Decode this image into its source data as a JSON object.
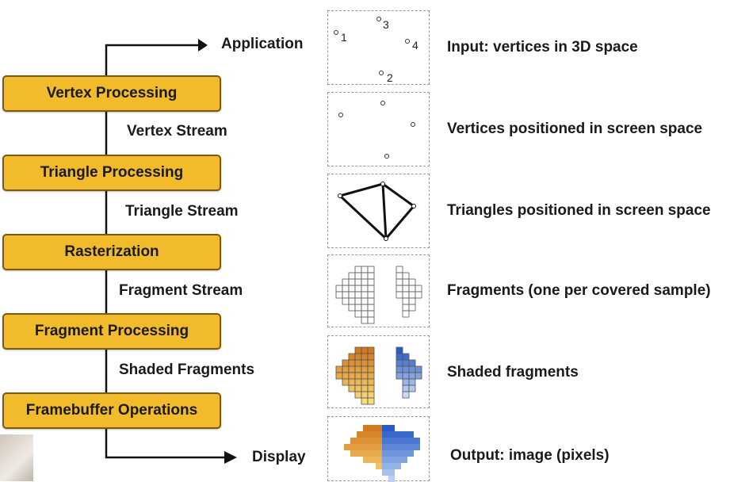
{
  "stages": [
    "Vertex Processing",
    "Triangle Processing",
    "Rasterization",
    "Fragment Processing",
    "Framebuffer Operations"
  ],
  "streams": [
    "Application",
    "Vertex Stream",
    "Triangle Stream",
    "Fragment Stream",
    "Shaded Fragments",
    "Display"
  ],
  "descriptions": [
    "Input: vertices in 3D space",
    "Vertices positioned in screen space",
    "Triangles positioned in screen space",
    "Fragments (one per covered sample)",
    "Shaded fragments",
    "Output: image (pixels)"
  ],
  "vertex_labels": [
    "1",
    "2",
    "3",
    "4"
  ],
  "colors": {
    "stage_fill": "#f1bb2c",
    "stage_border": "#7a5a10",
    "orange": "#e8962a",
    "blue": "#3b6fd1"
  }
}
